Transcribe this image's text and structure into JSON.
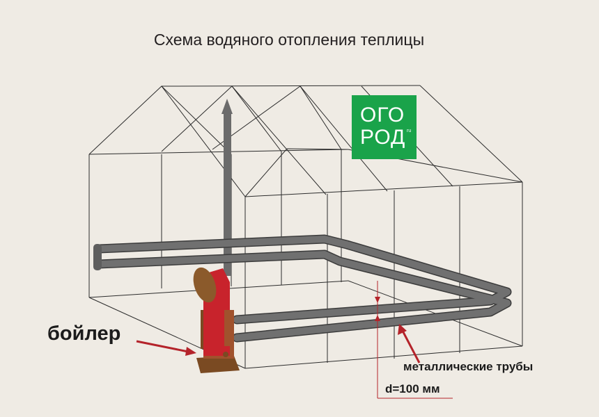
{
  "title": "Схема водяного отопления теплицы",
  "labels": {
    "boiler": "бойлер",
    "pipes": "металлические трубы",
    "diameter": "d=100 мм"
  },
  "logo": {
    "line1": "ОГО",
    "line2": "РОД",
    "suffix": "ru"
  },
  "colors": {
    "background": "#efebe4",
    "frame": "#2b2b2b",
    "pipe": "#6b6b6b",
    "boiler": "#c8232c",
    "boiler_cap": "#8b5a2b",
    "arrow": "#b4232a",
    "logo": "#1aa34a"
  }
}
